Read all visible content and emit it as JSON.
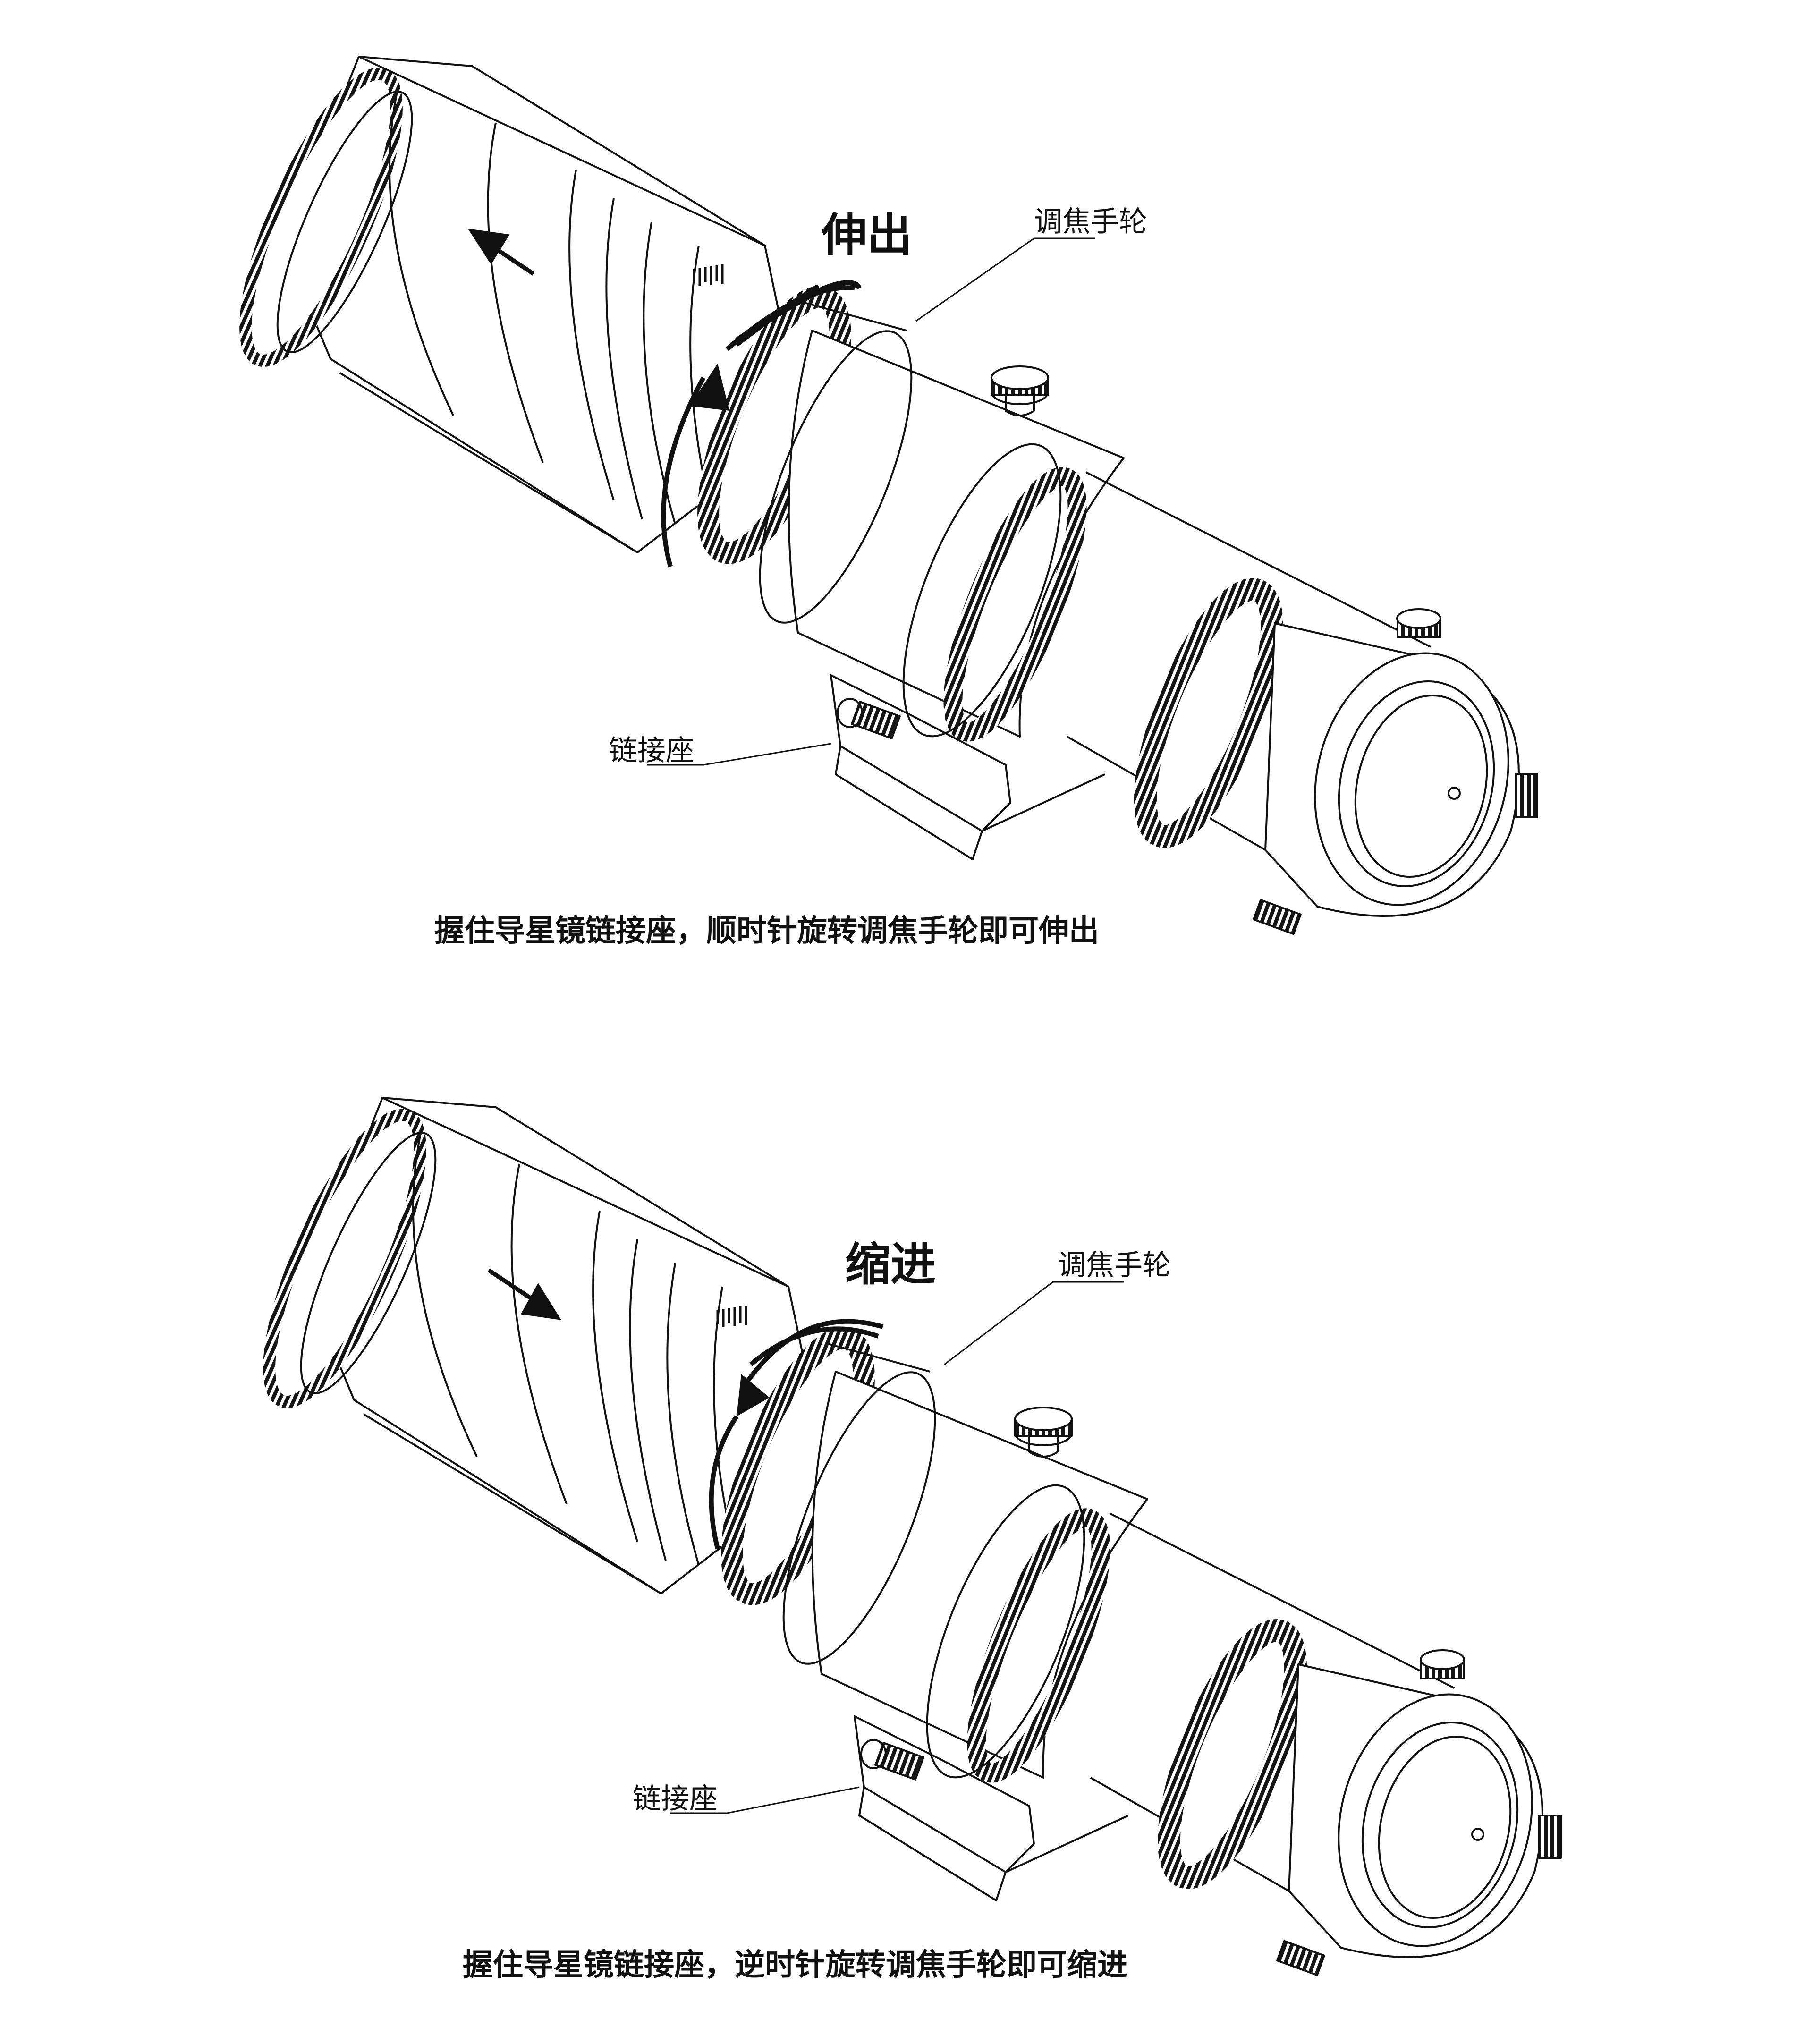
{
  "panels": [
    {
      "action_label": "伸出",
      "focus_wheel_label": "调焦手轮",
      "mount_label": "链接座",
      "caption": "握住导星镜链接座，顺时针旋转调焦手轮即可伸出",
      "rotation": "clockwise",
      "movement": "extend"
    },
    {
      "action_label": "缩进",
      "focus_wheel_label": "调焦手轮",
      "mount_label": "链接座",
      "caption": "握住导星镜链接座，逆时针旋转调焦手轮即可缩进",
      "rotation": "counterclockwise",
      "movement": "retract"
    }
  ],
  "colors": {
    "line": "#111111",
    "background": "#ffffff"
  }
}
